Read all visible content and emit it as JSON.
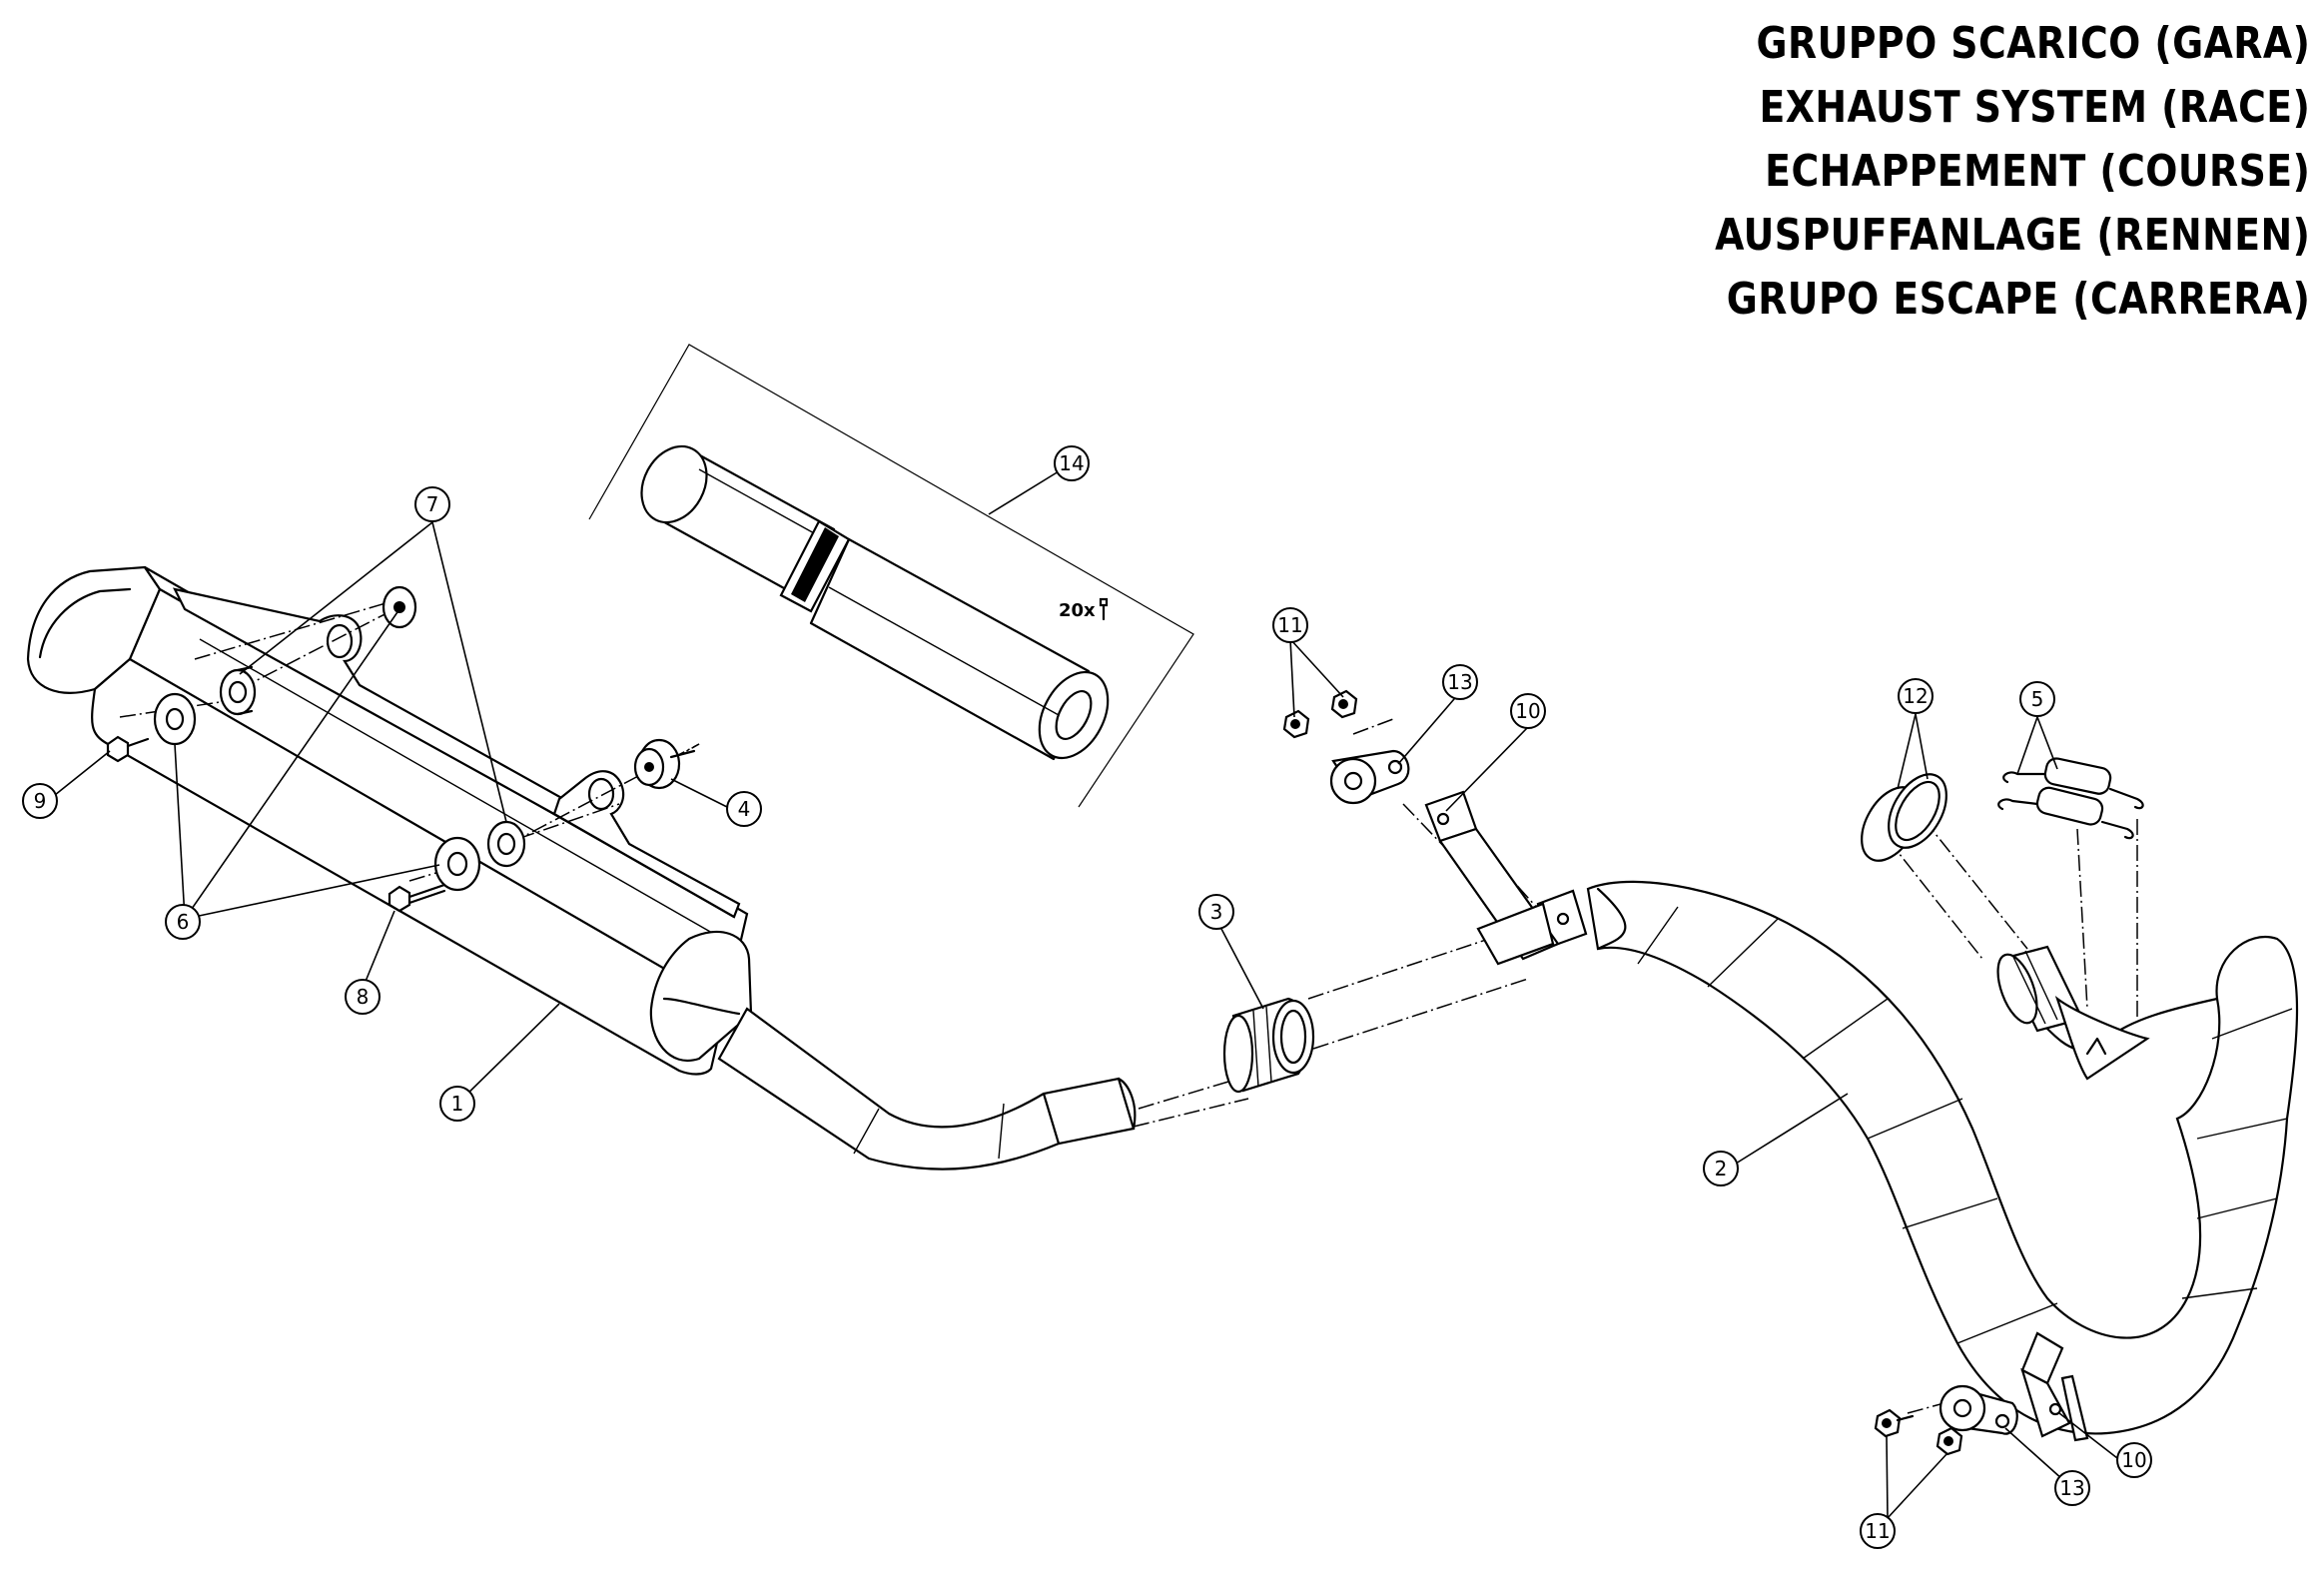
{
  "title_lines": [
    "GRUPPO SCARICO (GARA)",
    "EXHAUST SYSTEM (RACE)",
    "ECHAPPEMENT (COURSE)",
    "AUSPUFFANLAGE (RENNEN)",
    "GRUPO ESCAPE (CARRERA)"
  ],
  "callouts": [
    "1",
    "2",
    "3",
    "4",
    "5",
    "6",
    "7",
    "8",
    "9",
    "10",
    "10",
    "11",
    "11",
    "12",
    "13",
    "13",
    "14"
  ],
  "kit_quantity": "20x"
}
